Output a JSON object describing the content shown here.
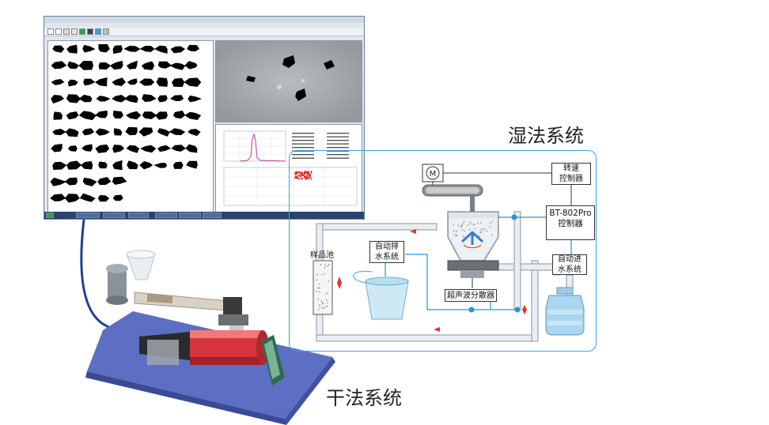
{
  "labels": {
    "wet_system": "湿法系统",
    "dry_system": "干法系统",
    "speed_controller": "转速\n控制器",
    "bt802_controller": "BT-802Pro\n控制器",
    "auto_drain": "自动排\n水系统",
    "auto_inlet": "自动进\n水系统",
    "sample_pool": "样品池",
    "ultrasonic": "超声波分散器",
    "motor_symbol": "M"
  },
  "colors": {
    "loop_border": "#3aa6de",
    "flow_arrow": "#e0352b",
    "pipe_fill": "#e9eef2",
    "junction_dot": "#1c9ad6"
  }
}
